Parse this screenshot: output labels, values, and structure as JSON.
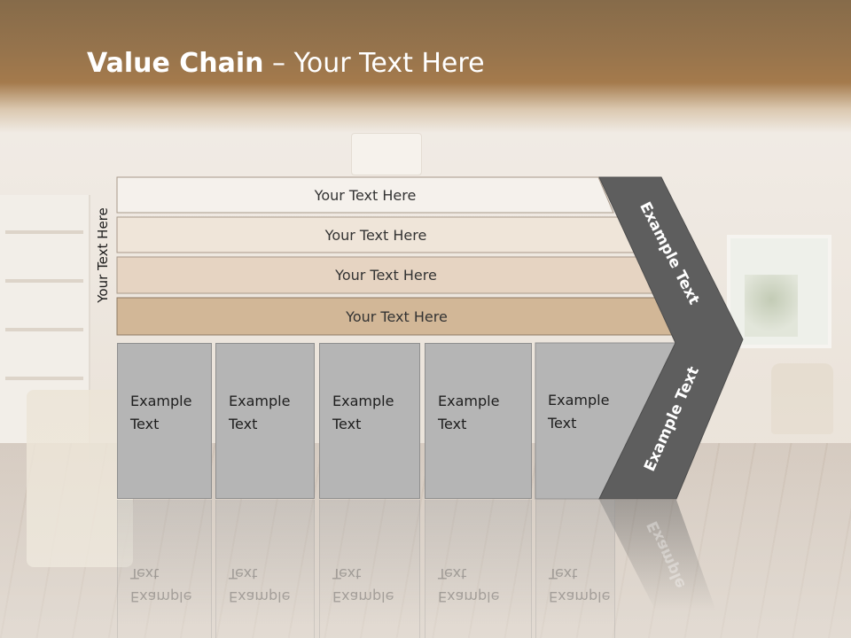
{
  "title": {
    "bold": "Value Chain",
    "rest": " – Your Text Here"
  },
  "side_label": "Your Text Here",
  "bars": [
    {
      "label": "Your Text Here"
    },
    {
      "label": "Your Text Here"
    },
    {
      "label": "Your Text Here"
    },
    {
      "label": "Your Text Here"
    }
  ],
  "boxes": [
    {
      "line1": "Example",
      "line2": "Text"
    },
    {
      "line1": "Example",
      "line2": "Text"
    },
    {
      "line1": "Example",
      "line2": "Text"
    },
    {
      "line1": "Example",
      "line2": "Text"
    },
    {
      "line1": "Example",
      "line2": "Text"
    }
  ],
  "chevron": {
    "top_label": "Example Text",
    "bottom_label": "Example Text",
    "reflection_label": "Example"
  },
  "colors": {
    "bar_fills": [
      "#f5f1ec",
      "#efe5d9",
      "#e6d4c2",
      "#d2b797"
    ],
    "box_fill": "#b5b5b5",
    "chevron_fill": "#5e5e5e",
    "title_band": "#98764d"
  }
}
